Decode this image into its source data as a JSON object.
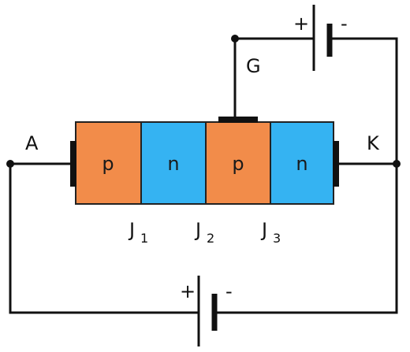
{
  "terminals": {
    "anode": "A",
    "cathode": "K",
    "gate": "G"
  },
  "layers": [
    {
      "label": "p",
      "color": "#f28c4a"
    },
    {
      "label": "n",
      "color": "#35b3f2"
    },
    {
      "label": "p",
      "color": "#f28c4a"
    },
    {
      "label": "n",
      "color": "#35b3f2"
    }
  ],
  "junctions": [
    {
      "main": "J",
      "sub": "1"
    },
    {
      "main": "J",
      "sub": "2"
    },
    {
      "main": "J",
      "sub": "3"
    }
  ],
  "gate_battery": {
    "plus": "+",
    "minus": "-"
  },
  "main_battery": {
    "plus": "+",
    "minus": "-"
  }
}
